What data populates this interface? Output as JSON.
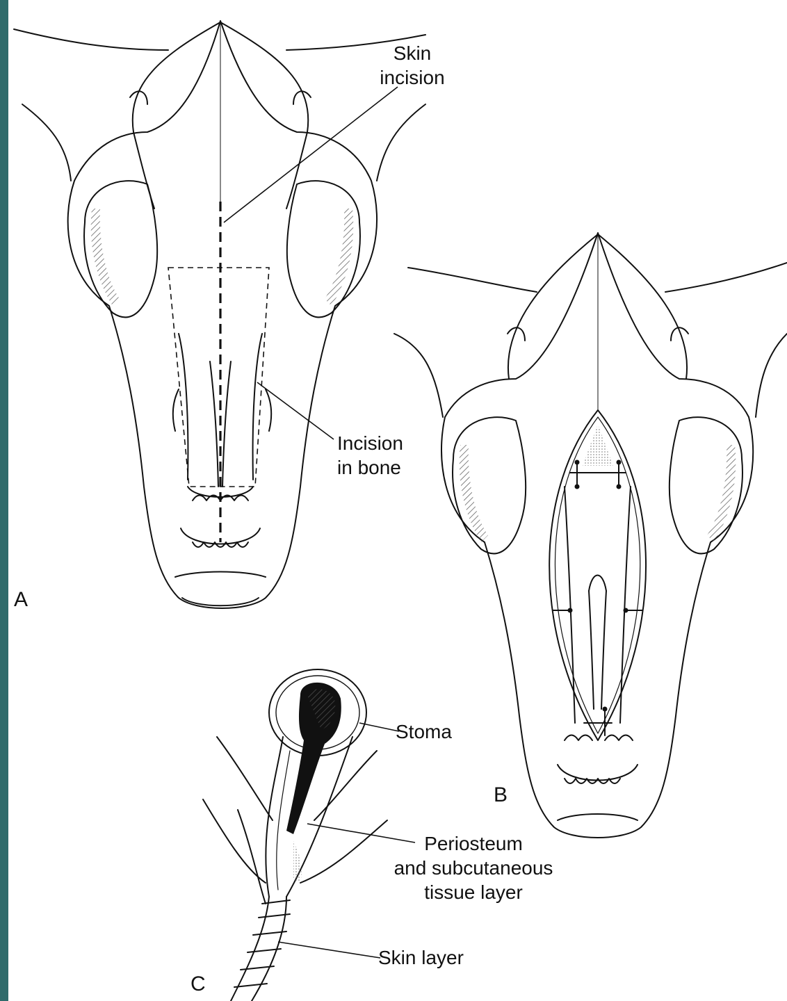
{
  "colors": {
    "edge_band": "#2f6b6b",
    "ink": "#111111",
    "paper": "#ffffff",
    "shading": "#9a9a9a"
  },
  "labels": {
    "skin_incision": [
      "Skin",
      "incision"
    ],
    "incision_in_bone": [
      "Incision",
      "in bone"
    ],
    "stoma": "Stoma",
    "periosteum": [
      "Periosteum",
      "and subcutaneous",
      "tissue layer"
    ],
    "skin_layer": "Skin layer"
  },
  "panels": {
    "a": "A",
    "b": "B",
    "c": "C"
  }
}
